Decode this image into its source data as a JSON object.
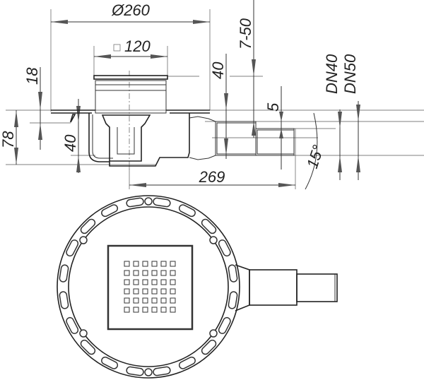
{
  "drawing": {
    "dimensions": {
      "diameter": "Ø260",
      "grate_size": "120",
      "flange_height": "18",
      "total_height": "78",
      "body_depth": "40",
      "riser_height": "40",
      "adjust_range": "7-50",
      "pipe_offset": "5",
      "outlet_dn40": "DN40",
      "outlet_dn50": "DN50",
      "angle": "15°",
      "outlet_length": "269"
    },
    "colors": {
      "line": "#222222",
      "background": "#ffffff"
    }
  }
}
